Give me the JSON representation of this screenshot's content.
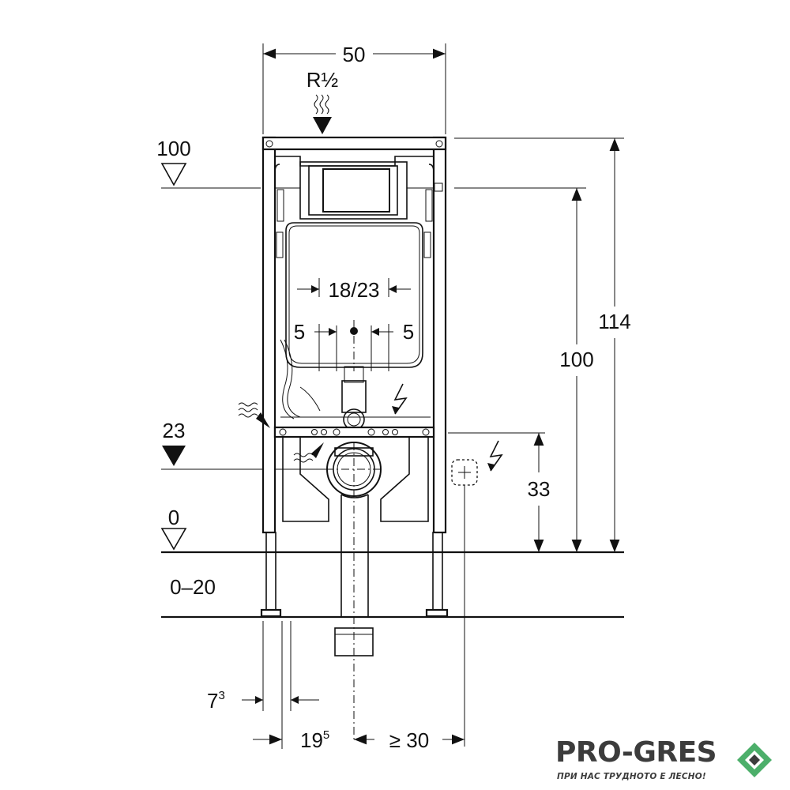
{
  "dimensions": {
    "frame_width": "50",
    "water_inlet": "R½",
    "level_100": "100",
    "height_114": "114",
    "height_100": "100",
    "spacing_18_23": "18/23",
    "offset_left_5": "5",
    "offset_right_5": "5",
    "level_23": "23",
    "height_33": "33",
    "level_0": "0",
    "floor_range": "0–20",
    "leg_offset_base": "7",
    "leg_offset_sup": "3",
    "drain_offset_base": "19",
    "drain_offset_sup": "5",
    "socket_distance": "≥ 30"
  },
  "brand": {
    "name": "PRO-GRES",
    "tagline": "ПРИ НАС ТРУДНОТО Е ЛЕСНО!",
    "colors": {
      "text": "#3c3c3c",
      "accent": "#4caf6a"
    }
  }
}
